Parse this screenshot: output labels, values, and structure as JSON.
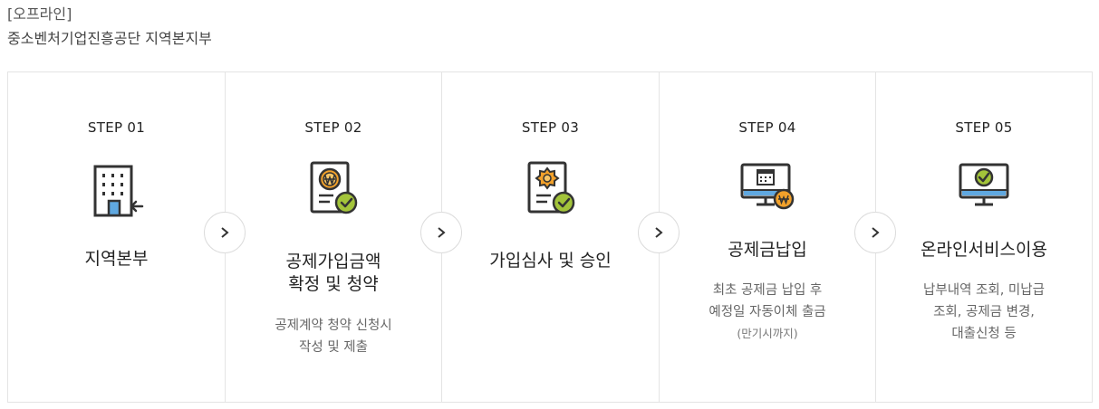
{
  "header": {
    "line1": "[오프라인]",
    "line2": "중소벤처기업진흥공단 지역본지부"
  },
  "colors": {
    "dark": "#333333",
    "orange": "#f2a12a",
    "green": "#a3c43a",
    "blue": "#5fa8e0"
  },
  "steps": [
    {
      "label": "STEP 01",
      "icon": "office-building-icon",
      "title_lines": [
        "지역본부",
        ""
      ],
      "desc_lines": [
        "",
        ""
      ],
      "note": ""
    },
    {
      "label": "STEP 02",
      "icon": "certificate-won-check-icon",
      "title_lines": [
        "공제가입금액",
        "확정 및 청약"
      ],
      "desc_lines": [
        "공제계약 청약 신청시",
        "작성 및 제출"
      ],
      "note": ""
    },
    {
      "label": "STEP 03",
      "icon": "certificate-seal-check-icon",
      "title_lines": [
        "가입심사 및 승인",
        ""
      ],
      "desc_lines": [
        "",
        ""
      ],
      "note": ""
    },
    {
      "label": "STEP 04",
      "icon": "monitor-calendar-won-icon",
      "title_lines": [
        "공제금납입",
        ""
      ],
      "desc_lines": [
        "최초 공제금 납입 후",
        "예정일 자동이체 출금"
      ],
      "note": "(만기시까지)"
    },
    {
      "label": "STEP 05",
      "icon": "monitor-check-icon",
      "title_lines": [
        "온라인서비스이용",
        ""
      ],
      "desc_lines": [
        "납부내역 조회, 미납급",
        "조회, 공제금 변경,",
        "대출신청 등"
      ],
      "note": ""
    }
  ]
}
